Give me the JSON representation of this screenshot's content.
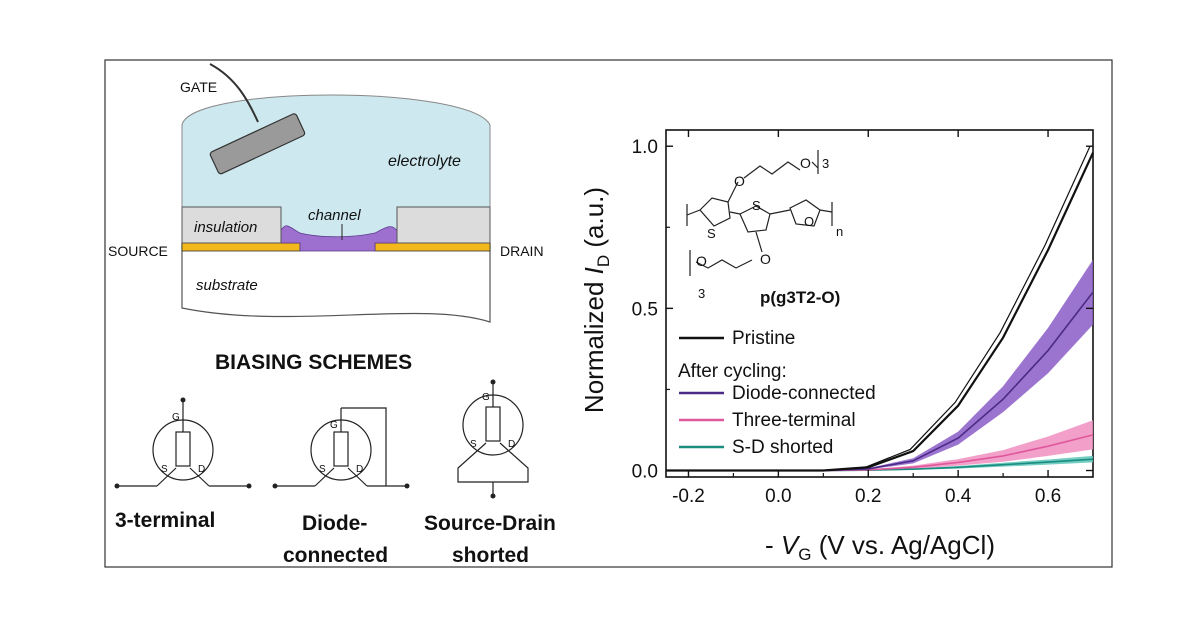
{
  "device": {
    "gate": "GATE",
    "electrolyte": "electrolyte",
    "channel": "channel",
    "insulation": "insulation",
    "source": "SOURCE",
    "drain": "DRAIN",
    "substrate": "substrate",
    "colors": {
      "electrolyte": "#cde9ef",
      "channel": "#9d6fcf",
      "contacts": "#f2b81c",
      "insulation": "#dcdcdc"
    }
  },
  "biasing": {
    "title": "BIASING SCHEMES",
    "terminal_g": "G",
    "terminal_s": "S",
    "terminal_d": "D",
    "scheme1": "3-terminal",
    "scheme2_line1": "Diode-",
    "scheme2_line2": "connected",
    "scheme3_line1": "Source-Drain",
    "scheme3_line2": "shorted"
  },
  "molecule": {
    "name": "p(g3T2-O)",
    "atom_o": "O",
    "atom_s": "S",
    "sub_3": "3",
    "sub_n": "n"
  },
  "chart_data": {
    "type": "line",
    "ylabel_pre": "Normalized ",
    "ylabel_i": "I",
    "ylabel_sub": "D",
    "ylabel_post": " (a.u.)",
    "xlabel_pre": "- ",
    "xlabel_v": "V",
    "xlabel_sub": "G",
    "xlabel_post": " (V vs. Ag/AgCl)",
    "xlim": [
      -0.25,
      0.7
    ],
    "ylim": [
      -0.02,
      1.05
    ],
    "xticks": [
      "-0.2",
      "0.0",
      "0.2",
      "0.4",
      "0.6"
    ],
    "yticks": [
      "0.0",
      "0.5",
      "1.0"
    ],
    "legend_header": "After cycling:",
    "series": [
      {
        "name": "Pristine",
        "color": "#111111",
        "x": [
          0.1,
          0.2,
          0.3,
          0.4,
          0.5,
          0.6,
          0.7
        ],
        "y": [
          0.0,
          0.01,
          0.06,
          0.2,
          0.41,
          0.68,
          0.98
        ],
        "band": [
          0,
          0,
          0.005,
          0.01,
          0.015,
          0.015,
          0.02
        ]
      },
      {
        "name": "Diode-connected",
        "color": "#4b2a86",
        "fill": "#8a5cc8",
        "x": [
          0.1,
          0.2,
          0.3,
          0.4,
          0.5,
          0.6,
          0.7
        ],
        "y": [
          0.0,
          0.005,
          0.03,
          0.1,
          0.22,
          0.37,
          0.55
        ],
        "band": [
          0,
          0.002,
          0.008,
          0.02,
          0.04,
          0.07,
          0.1
        ]
      },
      {
        "name": "Three-terminal",
        "color": "#e0589c",
        "fill": "#f08fbf",
        "x": [
          0.1,
          0.2,
          0.3,
          0.4,
          0.5,
          0.6,
          0.7
        ],
        "y": [
          0.0,
          0.002,
          0.01,
          0.025,
          0.045,
          0.075,
          0.11
        ],
        "band": [
          0,
          0.001,
          0.005,
          0.01,
          0.018,
          0.03,
          0.045
        ]
      },
      {
        "name": "S-D shorted",
        "color": "#1a8c80",
        "fill": "#5cc4b7",
        "x": [
          0.1,
          0.2,
          0.3,
          0.4,
          0.5,
          0.6,
          0.7
        ],
        "y": [
          0.0,
          0.001,
          0.004,
          0.01,
          0.018,
          0.026,
          0.035
        ],
        "band": [
          0,
          0.001,
          0.002,
          0.004,
          0.006,
          0.008,
          0.01
        ]
      }
    ]
  }
}
